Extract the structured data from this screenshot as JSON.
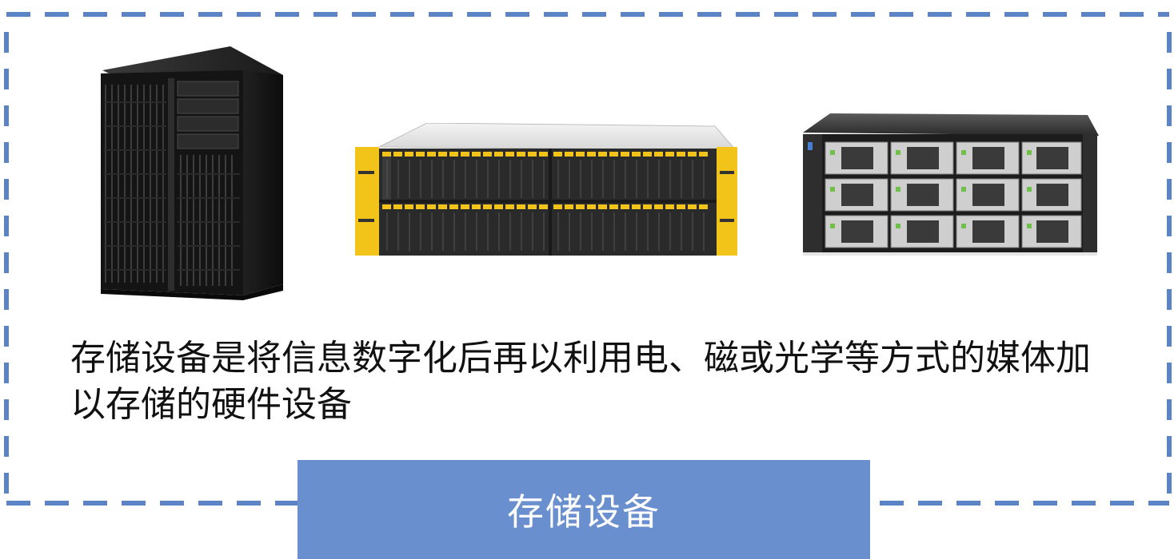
{
  "description": "存储设备是将信息数字化后再以利用电、磁或光学等方式的媒体加以存储的硬件设备",
  "label": "存储设备",
  "colors": {
    "border": "#5b84c6",
    "label_fill": "#6a8fcf",
    "label_text": "#ffffff",
    "panel_yellow": "#f2c318"
  },
  "images": [
    "tower-storage-server-image",
    "yellow-rack-disk-array-image",
    "rack-storage-server-image"
  ]
}
